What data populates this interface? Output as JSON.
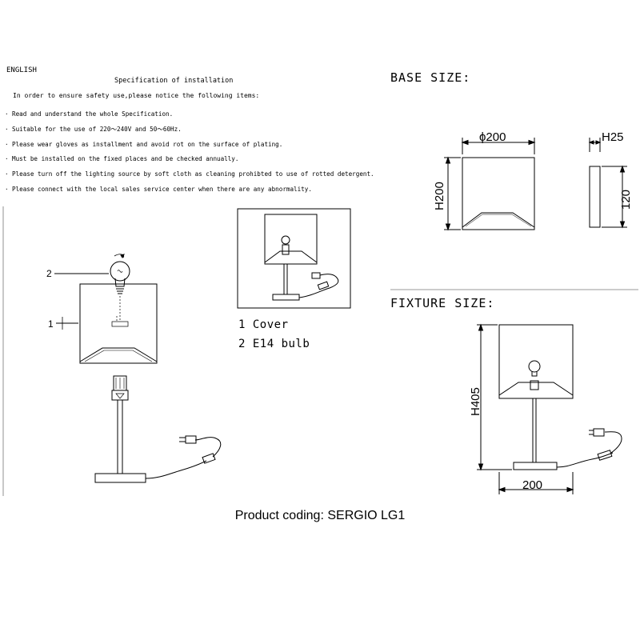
{
  "language_label": "ENGLISH",
  "spec_title": "Specification of installation",
  "intro": "In order to ensure safety use,please notice the following items:",
  "instructions": [
    "Read and understand the whole Specification.",
    "Suitable for the use of 220～240V and 50～60Hz.",
    "Please wear gloves as installment and avoid rot on the surface of plating.",
    "Must be installed on the fixed places and be checked annually.",
    "Please turn off the lighting source by soft cloth as cleaning prohibted to use of rotted detergent.",
    "Please connect with the local sales service center when there are any abnormality."
  ],
  "bullet": "·",
  "base_heading": "BASE SIZE:",
  "fixture_heading": "FIXTURE SIZE:",
  "dimensions": {
    "base_diameter": "ϕ200",
    "base_height": "H200",
    "shade_depth": "H25",
    "side_height": "120",
    "fixture_height": "H405",
    "fixture_width": "200"
  },
  "callouts": {
    "cover": "1",
    "bulb": "2"
  },
  "legend": {
    "cover": "1 Cover",
    "bulb": "2 E14 bulb"
  },
  "product_coding": "Product coding: SERGIO LG1"
}
